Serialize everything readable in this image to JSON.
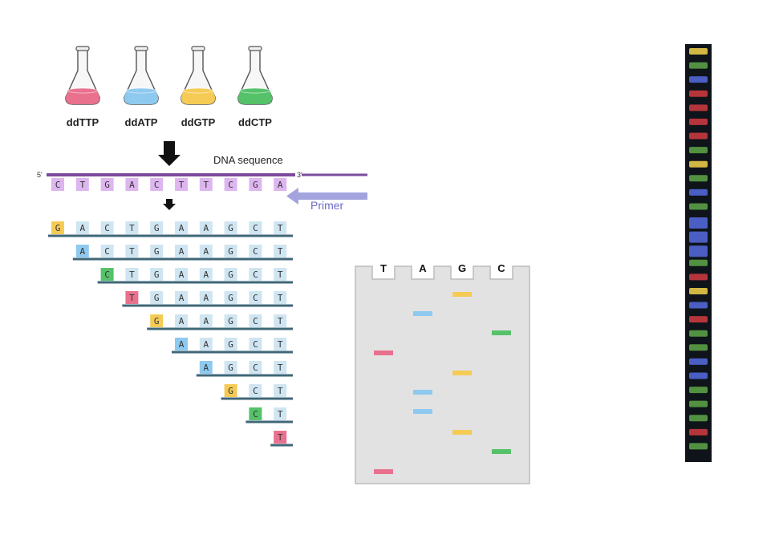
{
  "colors": {
    "T": "#e9718e",
    "A": "#8ec9ef",
    "G": "#f5cb55",
    "C": "#55c26a",
    "strand": "#7b4a9e",
    "strand_base_bg": "#ddb6ef",
    "fragment_base_bg": "#cfe5f1",
    "fragment_line": "#3f6778",
    "primer": "#a3a3de",
    "gel_bg": "#e2e2e2",
    "gel_border": "#bcbcbc"
  },
  "flasks": [
    {
      "label": "ddTTP",
      "color_key": "T"
    },
    {
      "label": "ddATP",
      "color_key": "A"
    },
    {
      "label": "ddGTP",
      "color_key": "G"
    },
    {
      "label": "ddCTP",
      "color_key": "C"
    }
  ],
  "dna": {
    "title": "DNA sequence",
    "five_prime": "5'",
    "three_prime": "3'",
    "bases": [
      "C",
      "T",
      "G",
      "A",
      "C",
      "T",
      "T",
      "C",
      "G",
      "A"
    ]
  },
  "primer": {
    "label": "Primer"
  },
  "fragments": [
    "GACTGAAGCT",
    "ACTGAAGCT",
    "CTGAAGCT",
    "TGAAGCT",
    "GAAGCT",
    "AAGCT",
    "AGCT",
    "GCT",
    "CT",
    "T"
  ],
  "gel": {
    "lanes": [
      "T",
      "A",
      "G",
      "C"
    ],
    "bands": [
      {
        "lane": "G",
        "order": 0
      },
      {
        "lane": "A",
        "order": 1
      },
      {
        "lane": "C",
        "order": 2
      },
      {
        "lane": "T",
        "order": 3
      },
      {
        "lane": "G",
        "order": 4
      },
      {
        "lane": "A",
        "order": 5
      },
      {
        "lane": "A",
        "order": 6
      },
      {
        "lane": "G",
        "order": 7
      },
      {
        "lane": "C",
        "order": 8
      },
      {
        "lane": "T",
        "order": 9
      }
    ]
  },
  "sequencer_strip": {
    "bands": [
      "Y",
      "G",
      "B",
      "R",
      "R",
      "R",
      "R",
      "G",
      "Y",
      "G",
      "B",
      "G",
      "B",
      "B",
      "B",
      "G",
      "R",
      "Y",
      "B",
      "R",
      "G",
      "G",
      "B",
      "B",
      "G",
      "G",
      "G",
      "R",
      "G"
    ]
  }
}
